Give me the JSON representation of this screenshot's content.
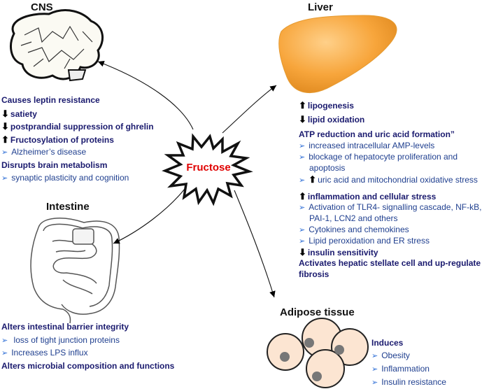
{
  "center": {
    "label": "Fructose"
  },
  "cns": {
    "title": "CNS",
    "lines": [
      {
        "marker": "",
        "text": "Causes leptin resistance",
        "bold": true
      },
      {
        "marker": "⬇",
        "text": "satiety",
        "bold": true
      },
      {
        "marker": "⬇",
        "text": "postprandial suppression of ghrelin",
        "bold": true
      },
      {
        "marker": "⬆",
        "text": "Fructosylation of proteins",
        "bold": true
      },
      {
        "marker": "➢",
        "text": "Alzheimer’s disease",
        "bold": false
      },
      {
        "marker": "",
        "text": "Disrupts brain metabolism",
        "bold": true
      },
      {
        "marker": "➢",
        "text": "synaptic plasticity and cognition",
        "bold": false
      }
    ]
  },
  "liver": {
    "title": "Liver",
    "lines": [
      {
        "marker": "⬆",
        "text": "lipogenesis",
        "bold": true
      },
      {
        "marker": "⬇",
        "text": "lipid oxidation",
        "bold": true
      },
      {
        "marker": "",
        "text": "ATP reduction and uric acid formation”",
        "bold": true
      },
      {
        "marker": "➢",
        "text": "increased intracellular AMP-levels",
        "bold": false
      },
      {
        "marker": "➢",
        "text": "blockage of hepatocyte proliferation and",
        "bold": false
      },
      {
        "marker": "",
        "text": "apoptosis",
        "bold": false
      },
      {
        "marker": "➢⬆",
        "text": "uric acid and mitochondrial oxidative stress",
        "bold": false
      },
      {
        "marker": "⬆",
        "text": "inflammation and cellular stress",
        "bold": true
      },
      {
        "marker": "➢",
        "text": "Activation of TLR4- signalling cascade, NF-kB,",
        "bold": false
      },
      {
        "marker": "",
        "text": "PAI-1, LCN2 and others",
        "bold": false
      },
      {
        "marker": "➢",
        "text": "Cytokines and chemokines",
        "bold": false
      },
      {
        "marker": "➢",
        "text": "Lipid peroxidation and ER stress",
        "bold": false
      },
      {
        "marker": "⬇",
        "text": "insulin sensitivity",
        "bold": true
      },
      {
        "marker": "",
        "text": "Activates hepatic stellate cell and up-regulate",
        "bold": true
      },
      {
        "marker": "",
        "text": "fibrosis",
        "bold": true
      }
    ]
  },
  "intestine": {
    "title": "Intestine",
    "lines": [
      {
        "marker": "",
        "text": "Alters intestinal barrier integrity",
        "bold": true
      },
      {
        "marker": "➢",
        "text": " loss of tight junction proteins",
        "bold": false
      },
      {
        "marker": "➢",
        "text": "Increases LPS influx",
        "bold": false
      },
      {
        "marker": "",
        "text": "Alters microbial composition and functions",
        "bold": true
      }
    ]
  },
  "adipose": {
    "title": "Adipose tissue",
    "header": "Induces",
    "items": [
      "Obesity",
      "Inflammation",
      "Insulin resistance"
    ]
  },
  "colors": {
    "center_text": "#e00000",
    "liver_fill": "#f7a53b",
    "adipocyte_fill": "#fce5d2",
    "nucleus_fill": "#777777",
    "bold_text": "#1a1a6e",
    "normal_text": "#1f3f8f",
    "bullet": "#2f6fd6"
  }
}
